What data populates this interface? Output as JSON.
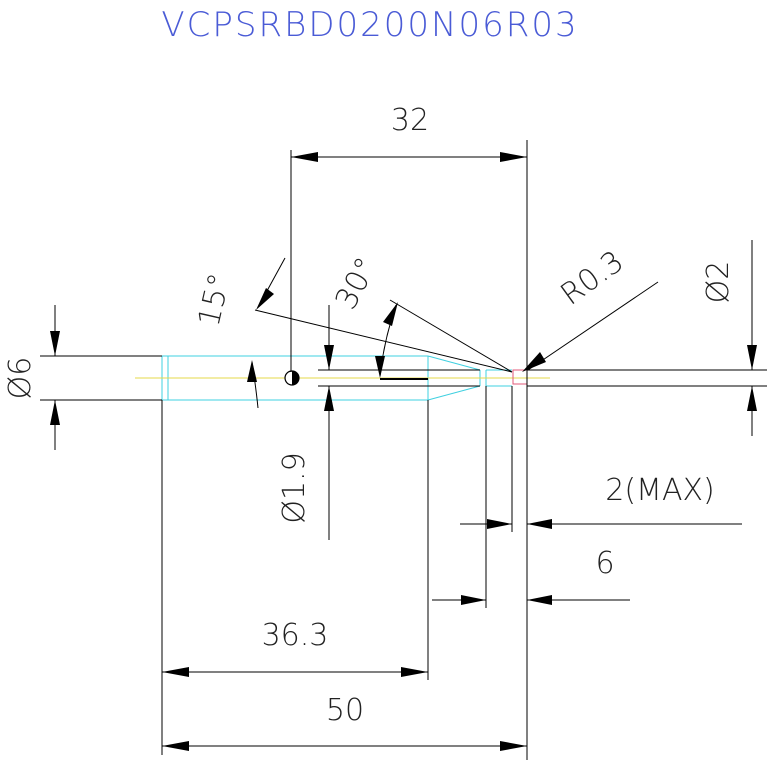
{
  "drawing": {
    "part_number": "VCPSRBD0200N06R03",
    "title_color": "#4a5bd6",
    "tool_outline_color": "#3fd0e0",
    "centerline_color": "#e6d84a",
    "tip_color": "#e05a7a"
  },
  "dimensions": {
    "d_32": "32",
    "d_36_3": "36.3",
    "d_50": "50",
    "d_6": "6",
    "d_2max": "2(MAX)",
    "dia_6": "Ø6",
    "dia_2": "Ø2",
    "dia_1_9": "Ø1.9",
    "ang_15": "15°",
    "ang_30": "30°",
    "rad_0_3": "R0.3"
  }
}
